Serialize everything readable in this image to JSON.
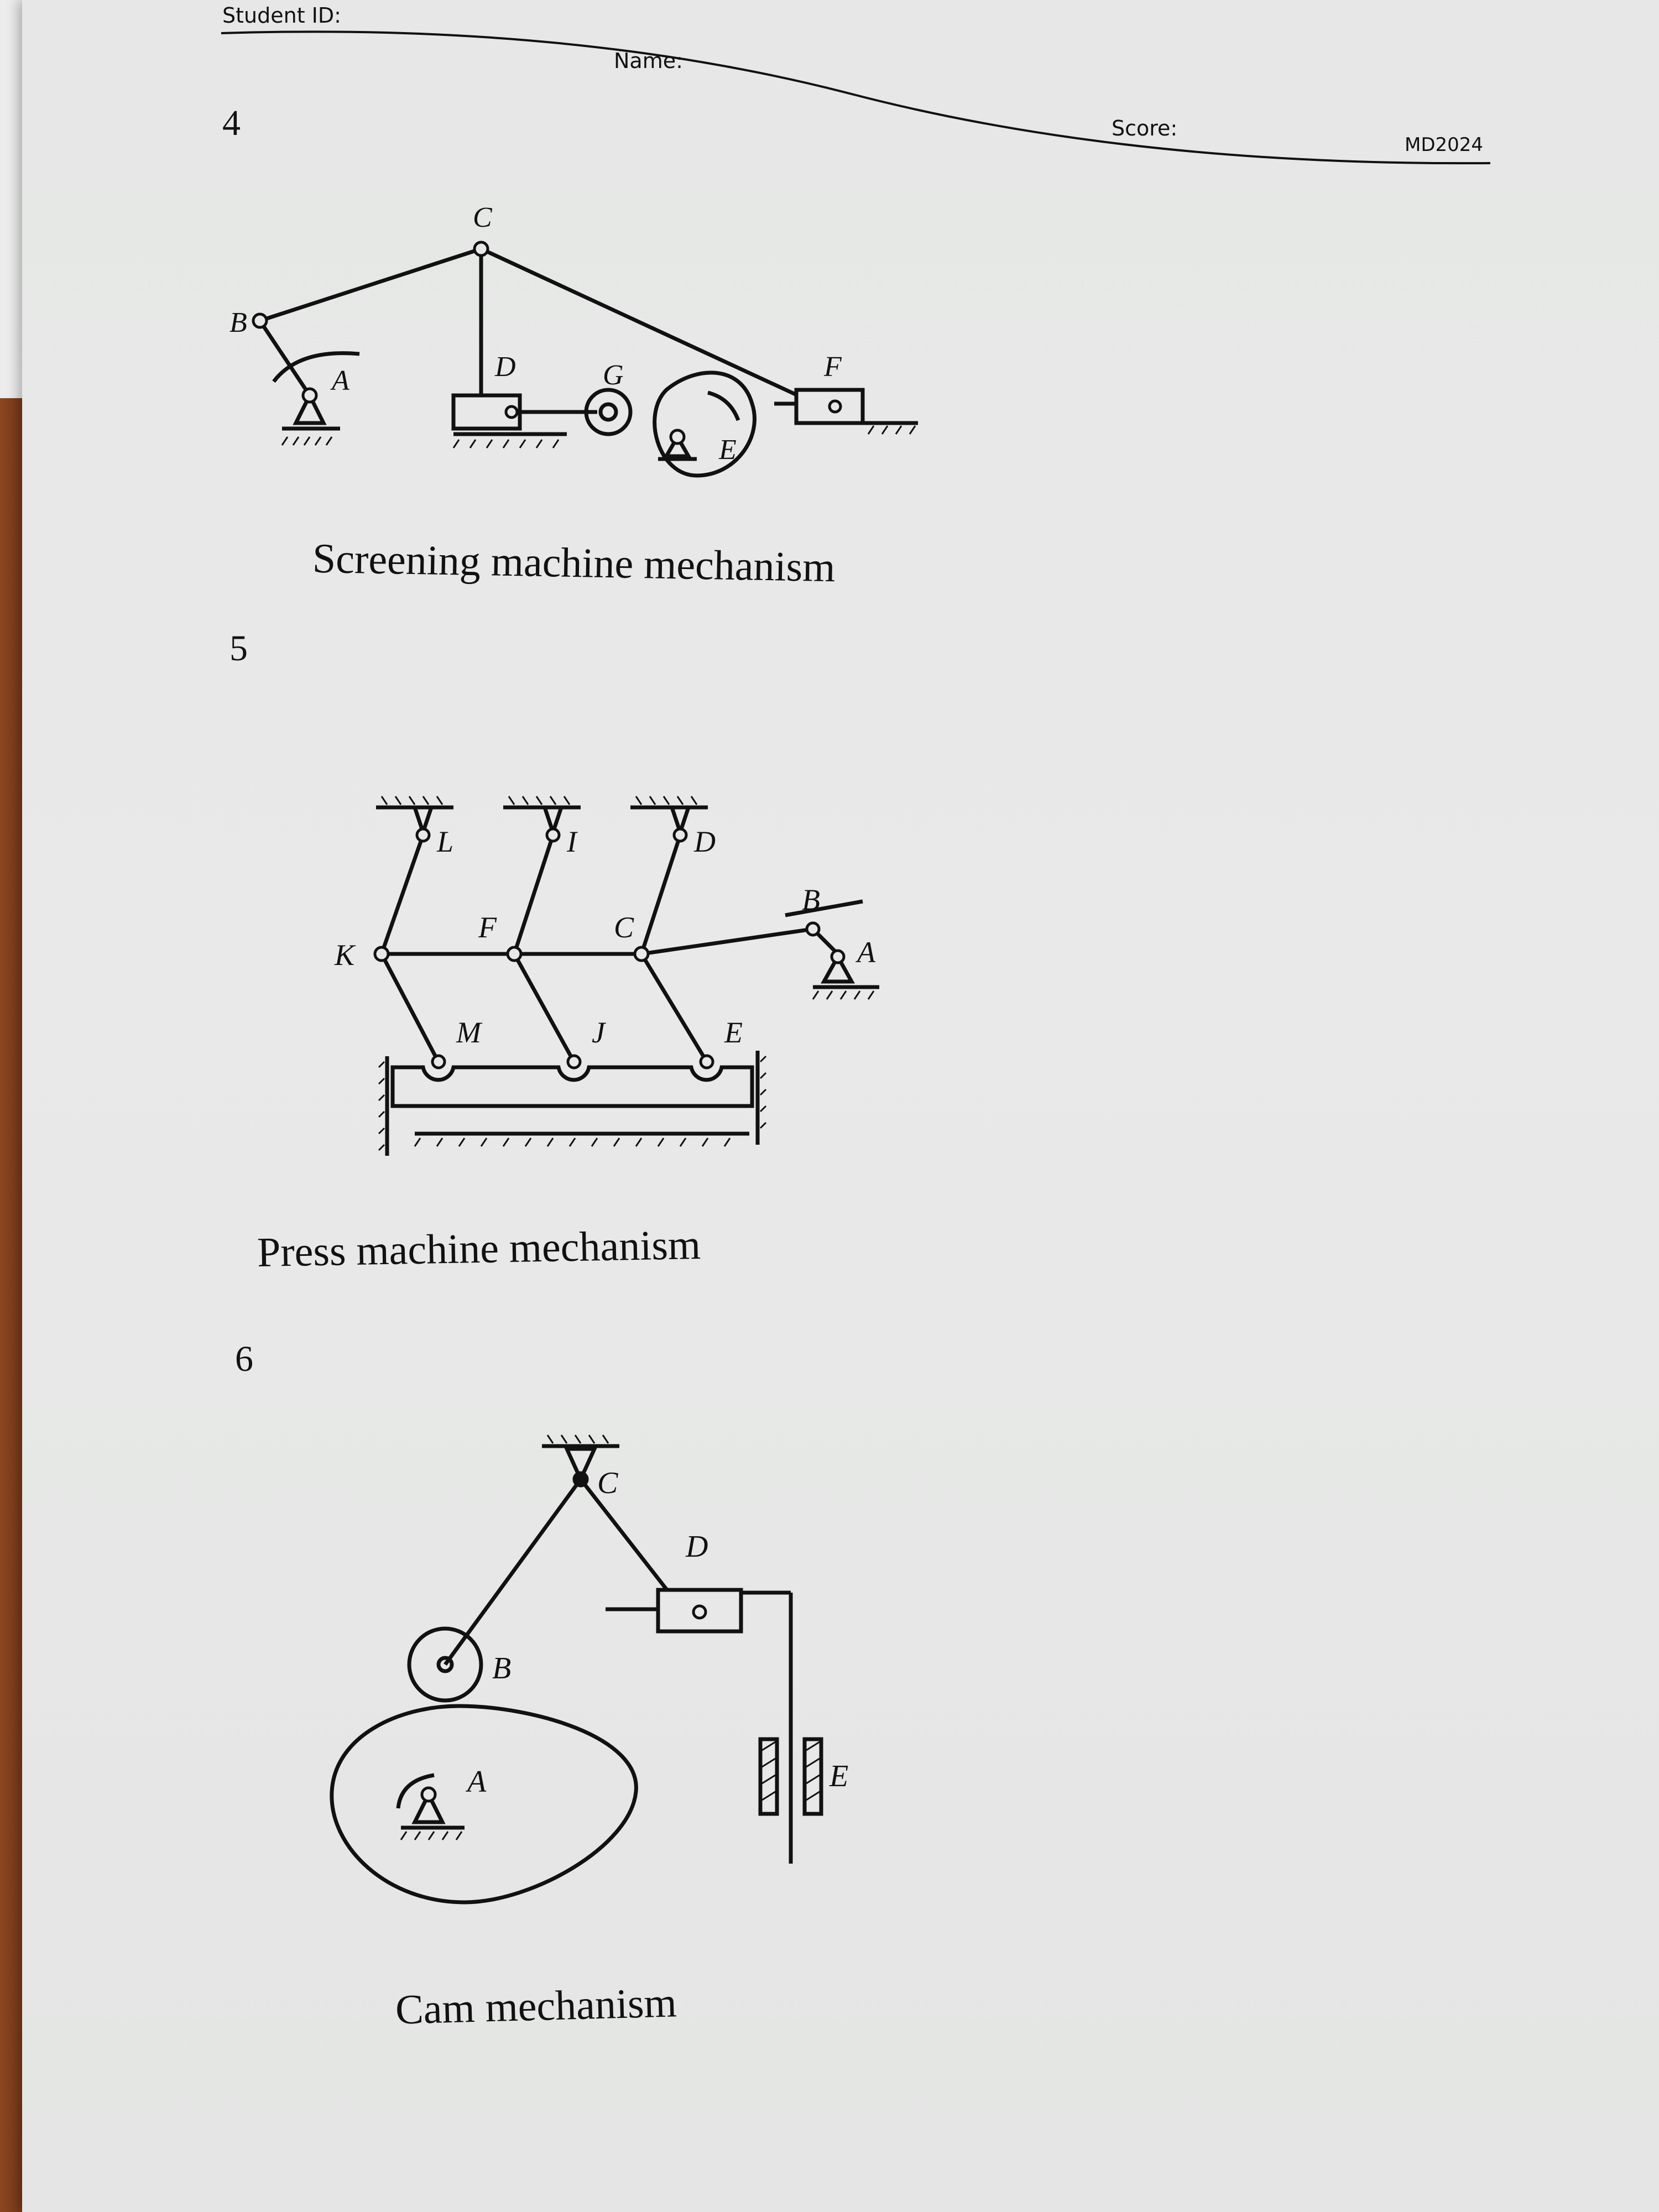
{
  "header": {
    "student_id_label": "Student ID:",
    "name_label": "Name:",
    "score_label": "Score:",
    "course_code": "MD2024"
  },
  "questions": [
    {
      "number": "4",
      "caption": "Screening machine mechanism",
      "labels": {
        "A": "A",
        "B": "B",
        "C": "C",
        "D": "D",
        "E": "E",
        "F": "F",
        "G": "G"
      }
    },
    {
      "number": "5",
      "caption": "Press machine mechanism",
      "labels": {
        "A": "A",
        "B": "B",
        "C": "C",
        "D": "D",
        "E": "E",
        "F": "F",
        "I": "I",
        "J": "J",
        "K": "K",
        "L": "L",
        "M": "M"
      }
    },
    {
      "number": "6",
      "caption": "Cam mechanism",
      "labels": {
        "A": "A",
        "B": "B",
        "C": "C",
        "D": "D",
        "E": "E"
      }
    }
  ],
  "colors": {
    "ink": "#111111",
    "paper": "#e7e8e7",
    "desk": "#7a3a1c"
  }
}
